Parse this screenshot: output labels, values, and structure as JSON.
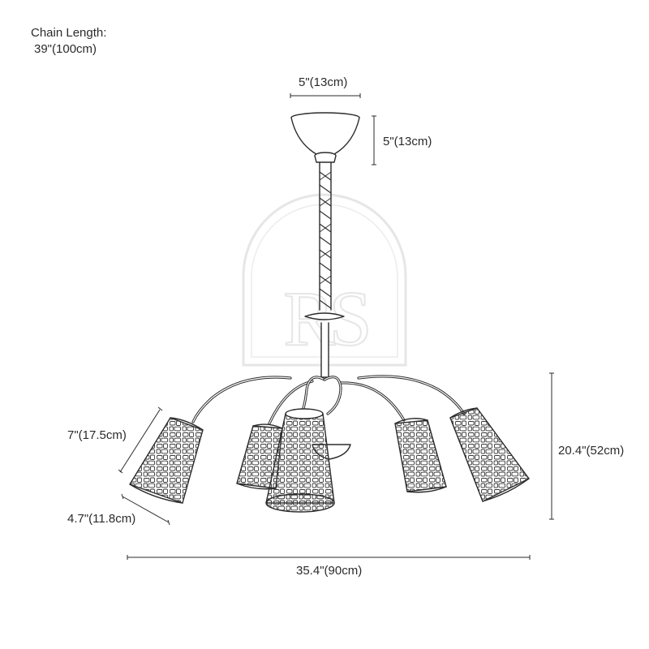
{
  "labels": {
    "chain_length_title": "Chain Length:",
    "chain_length_value": "39\"(100cm)",
    "canopy_width": "5\"(13cm)",
    "canopy_height": "5\"(13cm)",
    "shade_height": "7\"(17.5cm)",
    "shade_width": "4.7\"(11.8cm)",
    "overall_height": "20.4\"(52cm)",
    "overall_width": "35.4\"(90cm)"
  },
  "watermark": {
    "monogram": "RS"
  },
  "colors": {
    "line": "#2b2b2b",
    "watermark": "#e6e6e6"
  }
}
